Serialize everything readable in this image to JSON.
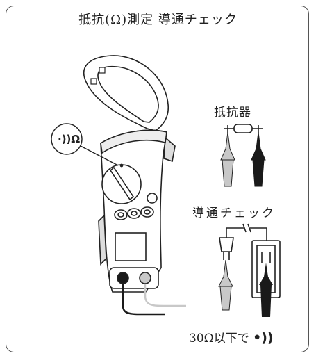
{
  "title": "抵抗(Ω)測定 導通チェック",
  "resistor_label": "抵抗器",
  "continuity_label": "導通チェック",
  "dial_symbol": "·))Ω",
  "bottom_note": {
    "text": "30Ω以下で",
    "beep_icon": "•))"
  },
  "icons": {
    "meter": "clamp-meter-illustration",
    "resistor": "resistor-icon",
    "continuity": "continuity-beep-icon"
  },
  "colors": {
    "stroke": "#222222",
    "probe_red": "#c8c8c8",
    "probe_black": "#1a1a1a",
    "meter_body": "#ffffff"
  }
}
